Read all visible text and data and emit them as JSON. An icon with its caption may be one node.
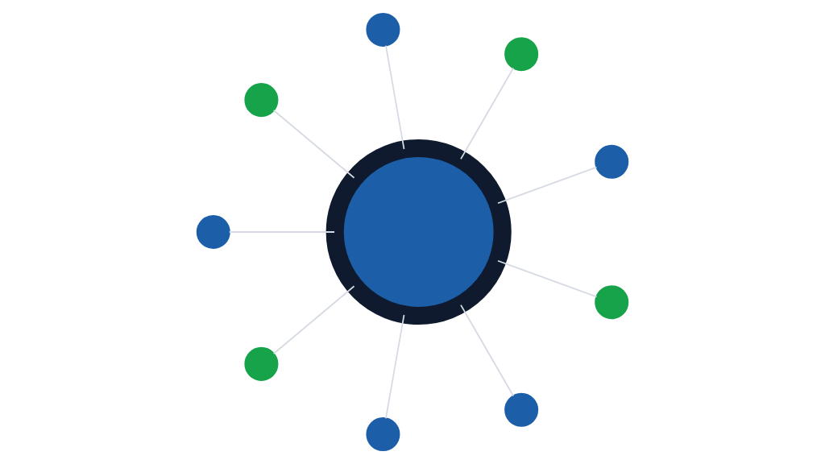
{
  "diagram": {
    "nodes": [
      {
        "text": [],
        "shape": "circle"
      },
      {
        "text": [],
        "shape": "circle"
      },
      {
        "text": [],
        "shape": "circle"
      },
      {
        "text": [],
        "shape": "circle"
      },
      {
        "text": [],
        "shape": "circle"
      },
      {
        "text": [],
        "shape": "circle"
      },
      {
        "text": [],
        "shape": "circle"
      },
      {
        "text": [],
        "shape": "circle"
      },
      {
        "text": [],
        "shape": "circle"
      },
      {
        "text": [],
        "shape": "circle"
      }
    ],
    "edges": [
      {
        "from": 0,
        "to": 5,
        "arrow": "none"
      },
      {
        "from": 1,
        "to": 5,
        "arrow": "none"
      },
      {
        "from": 2,
        "to": 5,
        "arrow": "none"
      },
      {
        "from": 3,
        "to": 5,
        "arrow": "none"
      },
      {
        "from": 4,
        "to": 5,
        "arrow": "none"
      },
      {
        "from": 6,
        "to": 5,
        "arrow": "none"
      },
      {
        "from": 7,
        "to": 5,
        "arrow": "none"
      },
      {
        "from": 8,
        "to": 5,
        "arrow": "none"
      },
      {
        "from": 9,
        "to": 5,
        "arrow": "none"
      }
    ]
  }
}
